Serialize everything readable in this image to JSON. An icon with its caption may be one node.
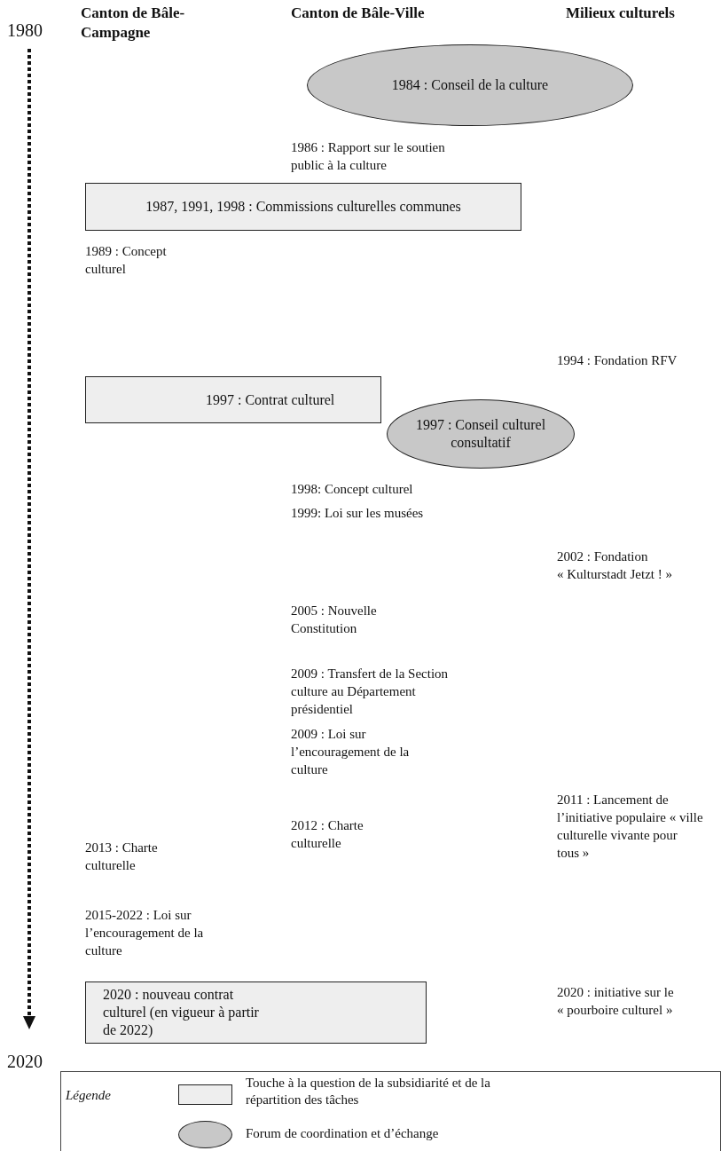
{
  "diagram": {
    "nodes": [
      {
        "text": [
          "1984 : Conseil de la culture"
        ]
      },
      {
        "text": [
          "1987, 1991, 1998 : Commissions culturelles communes"
        ]
      },
      {
        "text": [
          "1997 : Contrat culturel"
        ]
      },
      {
        "text": [
          "1997 : Conseil culturel consultatif"
        ]
      },
      {
        "text": [
          "2020 : nouveau contrat culturel (en vigueur à partir de 2022)"
        ]
      }
    ],
    "edges": [],
    "labels": [
      "1980",
      "Canton de Bâle-Campagne",
      "Canton de Bâle-Ville",
      "Milieux culturels",
      "1986 : Rapport sur le soutien public à la culture",
      "1989 : Concept culturel",
      "1994 : Fondation RFV",
      "1998: Concept culturel",
      "1999: Loi sur les musées",
      "2002 : Fondation « Kulturstadt Jetzt ! »",
      "2005 : Nouvelle Constitution",
      "2009 : Transfert de la Section culture au Département présidentiel",
      "2009 : Loi sur l’encouragement de la culture",
      "2011 : Lancement de l’initiative populaire « ville culturelle vivante pour tous »",
      "2012 : Charte culturelle",
      "2013 : Charte culturelle",
      "2015-2022 : Loi sur l’encouragement de la culture",
      "2020 : initiative sur le « pourboire culturel »",
      "2020",
      "Légende"
    ],
    "legend": [
      {
        "text": "Touche à la question de la subsidiarité et de la répartition des tâches",
        "color": "#eeeeee"
      },
      {
        "text": "Forum de coordination et d’échange",
        "color": "#c8c8c8"
      }
    ]
  }
}
